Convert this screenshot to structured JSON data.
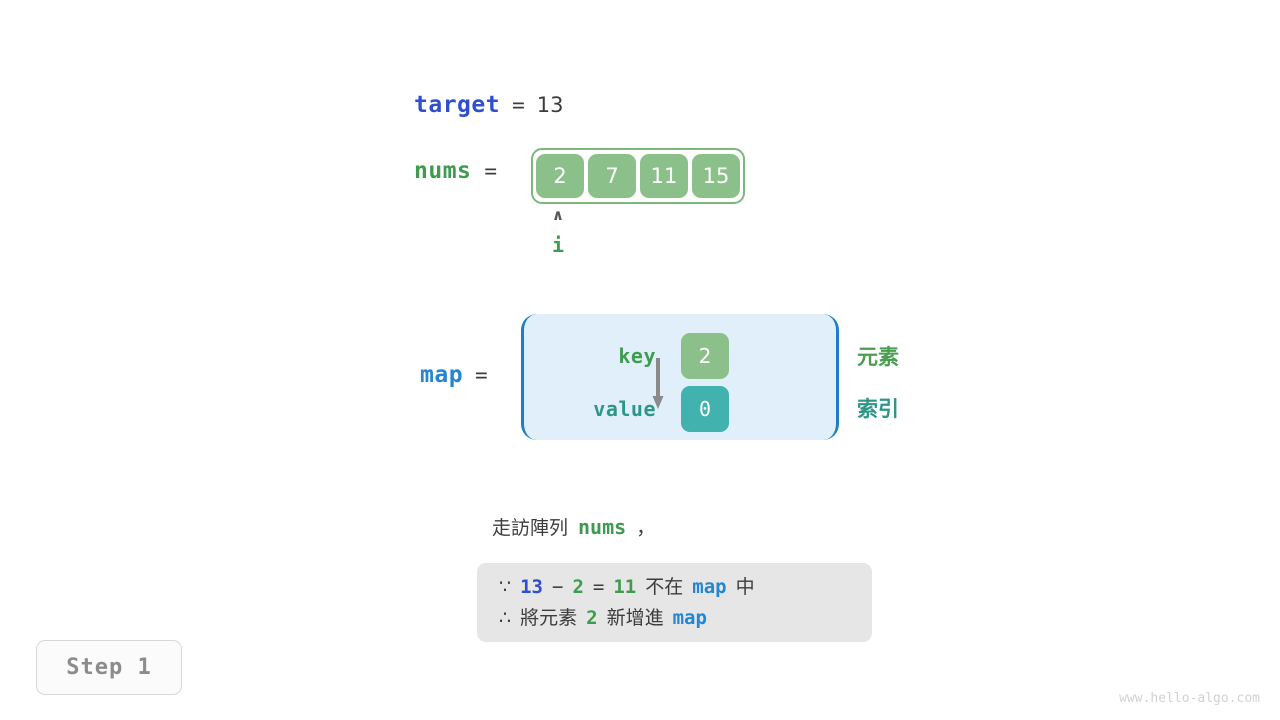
{
  "variables": {
    "target": {
      "name": "target",
      "equals": "=",
      "value": "13"
    },
    "nums": {
      "name": "nums",
      "equals": "=",
      "values": [
        "2",
        "7",
        "11",
        "15"
      ]
    },
    "map": {
      "name": "map",
      "equals": "="
    }
  },
  "pointer": {
    "caret": "∧",
    "label": "i"
  },
  "map_panel": {
    "key_label": "key",
    "value_label": "value",
    "key_value": "2",
    "value_value": "0"
  },
  "annotations": {
    "element": "元素",
    "index": "索引"
  },
  "caption": {
    "prefix": "走訪陣列",
    "code": "nums",
    "suffix": "，"
  },
  "info_box": {
    "line1": {
      "symbol": "∵",
      "a": "13",
      "minus": "−",
      "b": "2",
      "eq": "=",
      "result": "11",
      "text_mid": "不在",
      "code": "map",
      "text_end": "中"
    },
    "line2": {
      "symbol": "∴",
      "text_start": "將元素",
      "num": "2",
      "text_mid": "新增進",
      "code": "map"
    }
  },
  "step_badge": {
    "label": "Step 1"
  },
  "watermark": {
    "text": "www.hello-algo.com"
  },
  "colors": {
    "green": "#3e9b4f",
    "cell_green": "#8cc08a",
    "teal": "#41b2ad",
    "teal_text": "#2e9688",
    "blue_deep": "#2f4fd0",
    "blue": "#2386d4",
    "panel_bg": "#e0eff9",
    "panel_border": "#1f7fc4",
    "info_bg": "#e6e6e6",
    "gray_text": "#3c3c3c"
  }
}
